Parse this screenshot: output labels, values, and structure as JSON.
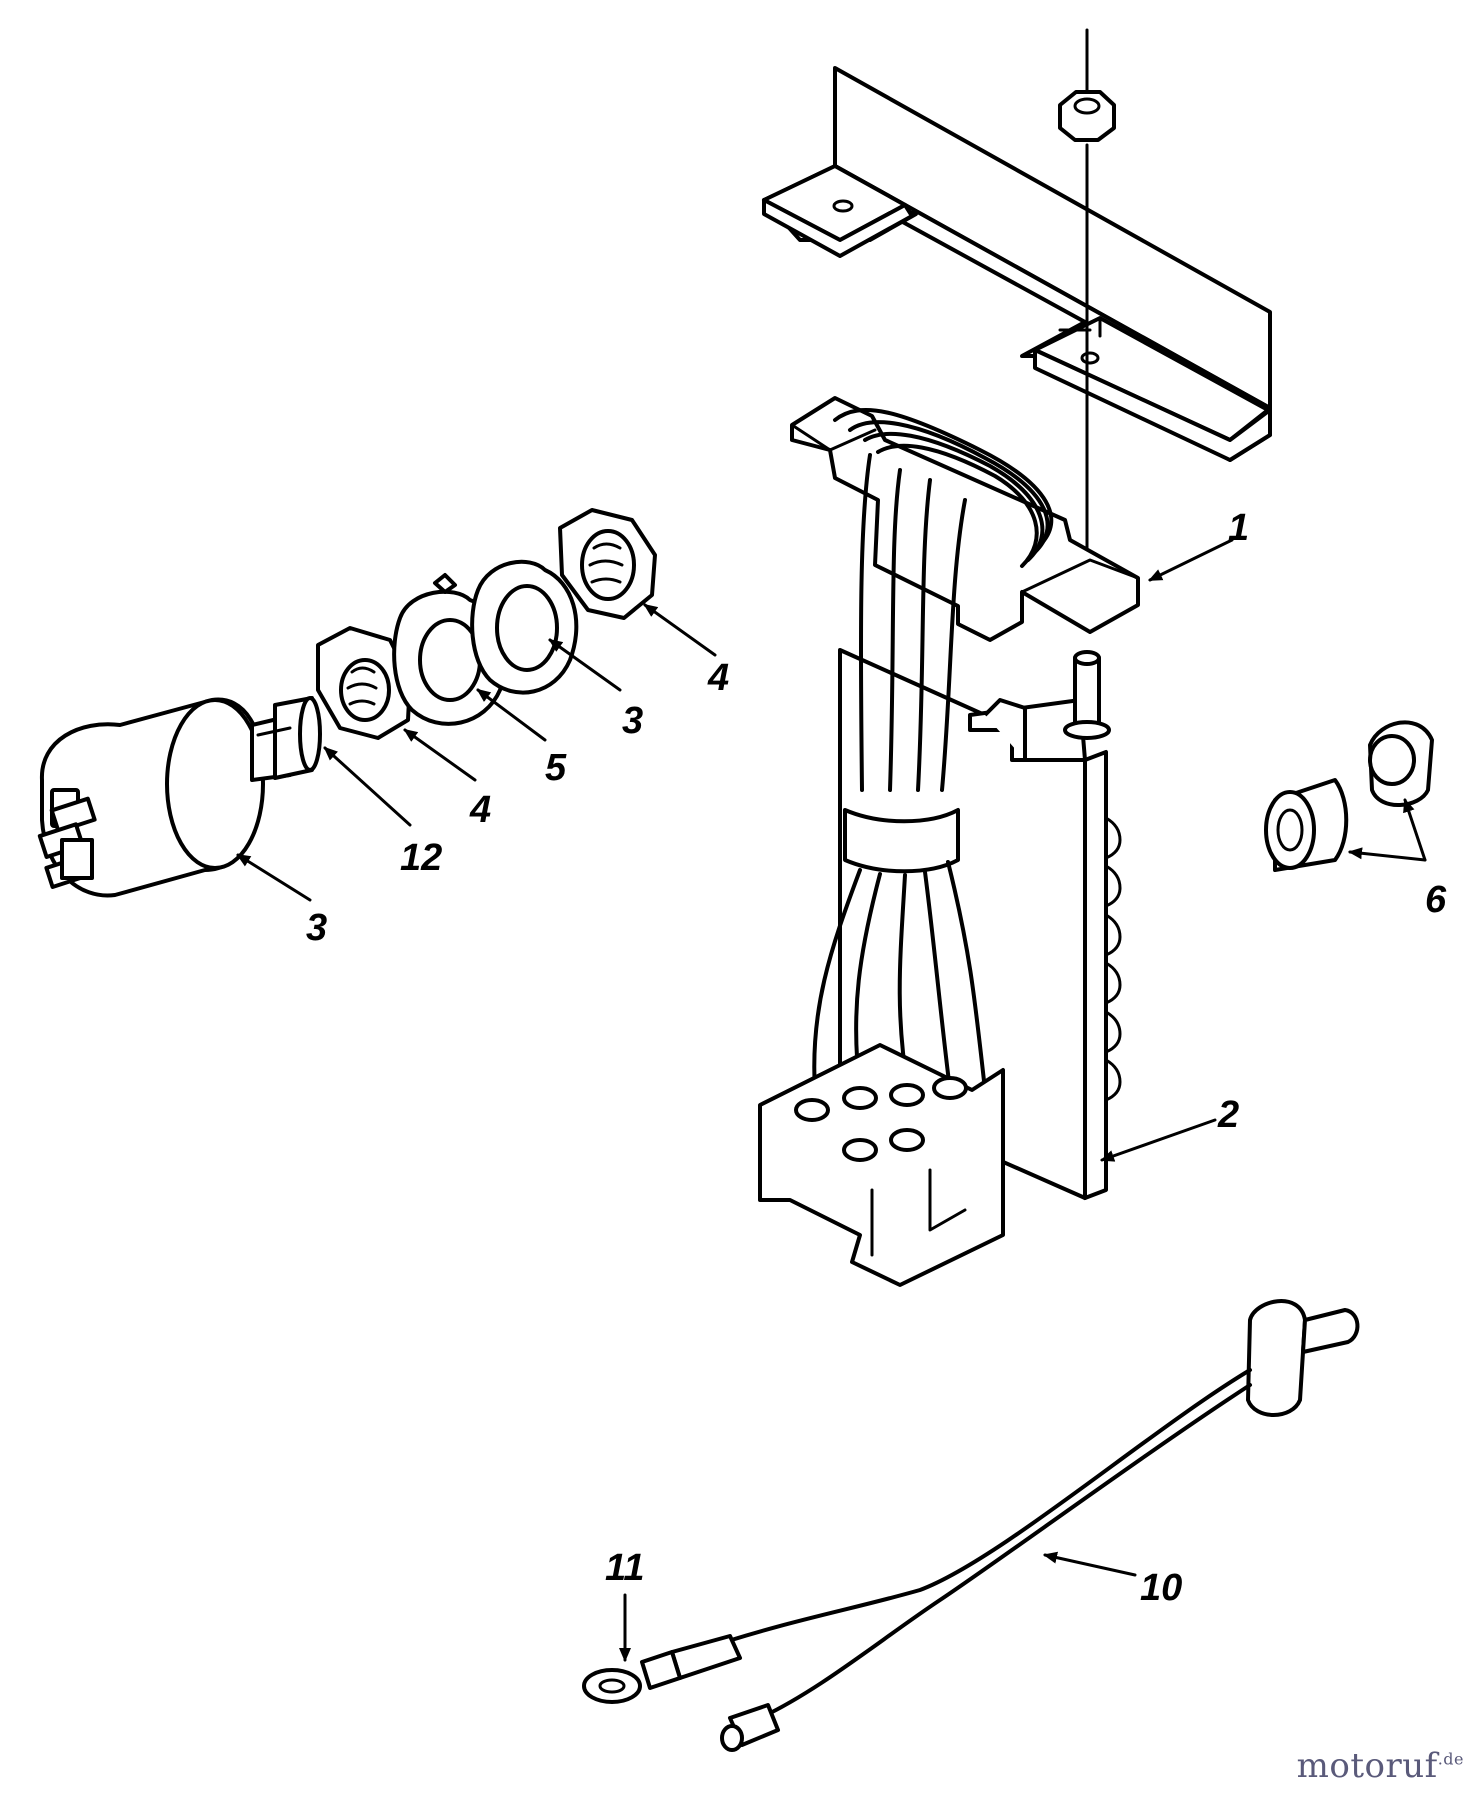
{
  "callouts": [
    {
      "id": "c1",
      "label": "1"
    },
    {
      "id": "c2",
      "label": "2"
    },
    {
      "id": "c3a",
      "label": "3"
    },
    {
      "id": "c3b",
      "label": "3"
    },
    {
      "id": "c4a",
      "label": "4"
    },
    {
      "id": "c4b",
      "label": "4"
    },
    {
      "id": "c5",
      "label": "5"
    },
    {
      "id": "c6",
      "label": "6"
    },
    {
      "id": "c10",
      "label": "10"
    },
    {
      "id": "c11",
      "label": "11"
    },
    {
      "id": "c12",
      "label": "12"
    }
  ],
  "watermark": {
    "text": "motoruf",
    "suffix": ".de"
  },
  "colors": {
    "line": "#000000",
    "background": "#ffffff",
    "watermark": "#5a5a7a"
  }
}
